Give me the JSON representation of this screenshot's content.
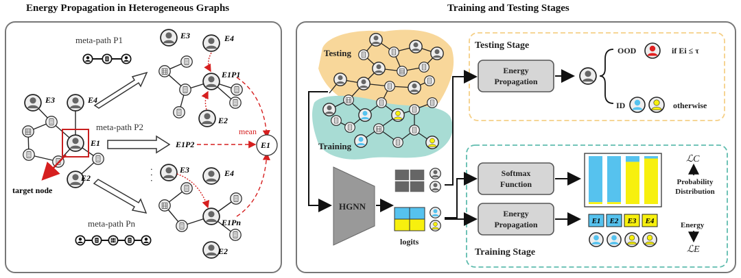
{
  "left": {
    "title": "Energy Propagation in Heterogeneous Graphs",
    "meta_path_1": "meta-path P1",
    "meta_path_2": "meta-path P2",
    "meta_path_n": "meta-path Pn",
    "energies": {
      "e1": "E1",
      "e2": "E2",
      "e3": "E3",
      "e4": "E4"
    },
    "e1_p1": "E1P1",
    "e1_p2": "E1P2",
    "e1_pn": "E1Pn",
    "mean": "mean",
    "target_node": "target node",
    "ellipsis": "· · ·"
  },
  "right": {
    "title": "Training and Testing Stages",
    "testing_region": "Testing",
    "training_region": "Training",
    "testing_stage": "Testing Stage",
    "training_stage": "Training Stage",
    "energy_propagation": "Energy Propagation",
    "softmax_function": "Softmax Function",
    "hgnn": "HGNN",
    "logits": "logits",
    "ood": "OOD",
    "condition": "if Ei ≤ τ",
    "id": "ID",
    "otherwise": "otherwise",
    "loss_c": "ℒC",
    "loss_e": "ℒE",
    "probability_distribution": "Probability Distribution",
    "energy": "Energy",
    "energy_boxes": [
      "E1",
      "E2",
      "E3",
      "E4"
    ]
  },
  "colors": {
    "testing_fill": "#f8d79a",
    "training_fill": "#a8dcd4",
    "testing_border": "#f5cf86",
    "training_border": "#5fbcae",
    "cyan": "#56c2ee",
    "yellow": "#f7f00e",
    "red_arrow": "#d61f1f",
    "ood_red": "#e02020"
  },
  "chart_data": {
    "type": "bar",
    "series": [
      {
        "name": "cyan",
        "values": [
          0.96,
          0.96,
          0.12,
          0.05
        ]
      },
      {
        "name": "yellow",
        "values": [
          0.04,
          0.04,
          0.88,
          0.95
        ]
      }
    ]
  }
}
